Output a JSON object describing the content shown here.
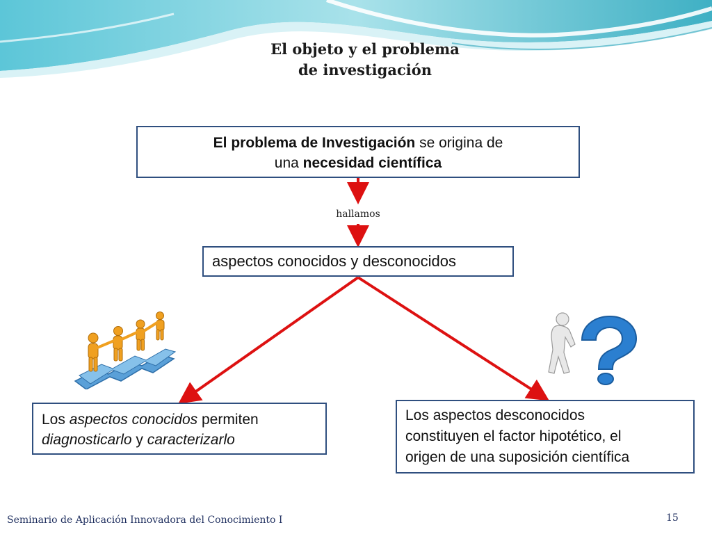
{
  "slide": {
    "title_line1": "El objeto y el problema",
    "title_line2": "de investigación",
    "footer": "Seminario de Aplicación Innovadora del Conocimiento I",
    "page_number": "15"
  },
  "diagram": {
    "origin_box": {
      "part1_bold": "El problema de Investigación",
      "part2": " se origina de",
      "part3": "una ",
      "part4_bold": "necesidad científica"
    },
    "connector_label": "hallamos",
    "aspects_box": "aspectos conocidos y desconocidos",
    "known_box": {
      "part1": "Los ",
      "part2_italic": "aspectos conocidos",
      "part3": "  permiten",
      "part4_italic": "diagnosticarlo",
      "part5": " y ",
      "part6_italic": "caracterizarlo"
    },
    "unknown_box": {
      "line1": "Los aspectos desconocidos",
      "line2": "constituyen el factor hipotético, el",
      "line3": "origen de una suposición científica"
    }
  },
  "colors": {
    "arrow": "#dd1111",
    "box_border": "#2f4f7f",
    "accent_teal": "#3fb6c8",
    "footer_text": "#1f2f5f"
  },
  "illustrations": {
    "left": "team-puzzle-icon",
    "right": "question-mark-figure-icon"
  }
}
